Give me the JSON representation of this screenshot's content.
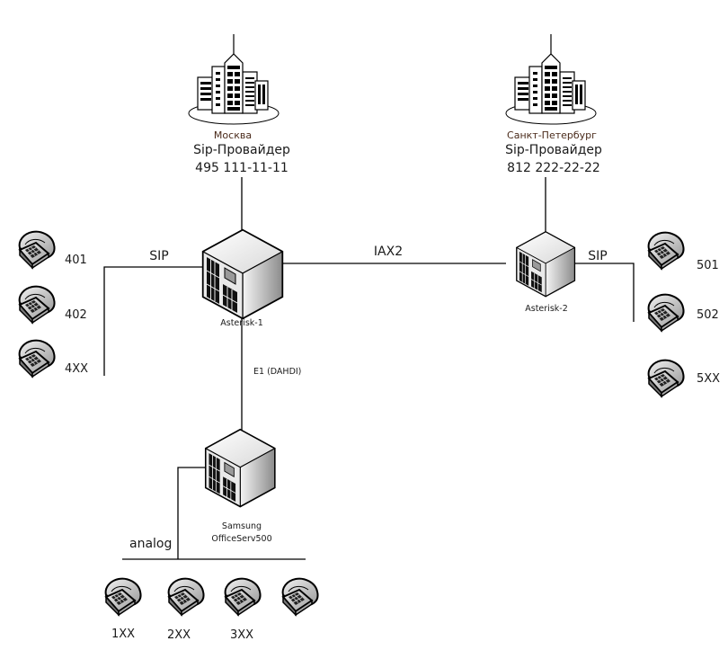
{
  "providers": [
    {
      "id": "moscow",
      "city": "Москва",
      "type": "Sip-Провайдер",
      "number": "495 111-11-11"
    },
    {
      "id": "spb",
      "city": "Санкт-Петербург",
      "type": "Sip-Провайдер",
      "number": "812 222-22-22"
    }
  ],
  "servers": [
    {
      "id": "asterisk1",
      "label": "Asterisk-1"
    },
    {
      "id": "asterisk2",
      "label": "Asterisk-2"
    },
    {
      "id": "samsung",
      "label_line1": "Samsung",
      "label_line2": "OfficeServ500"
    }
  ],
  "links": {
    "trunk": "IAX2",
    "sip_left": "SIP",
    "sip_right": "SIP",
    "e1": "E1 (DAHDI)",
    "analog": "analog"
  },
  "phones": {
    "asterisk1": [
      "401",
      "402",
      "4XX"
    ],
    "asterisk2": [
      "501",
      "502",
      "5XX"
    ],
    "samsung": [
      "1XX",
      "2XX",
      "3XX",
      ""
    ]
  },
  "colors": {
    "line": "#000000",
    "city_text": "#4a2a1a"
  }
}
